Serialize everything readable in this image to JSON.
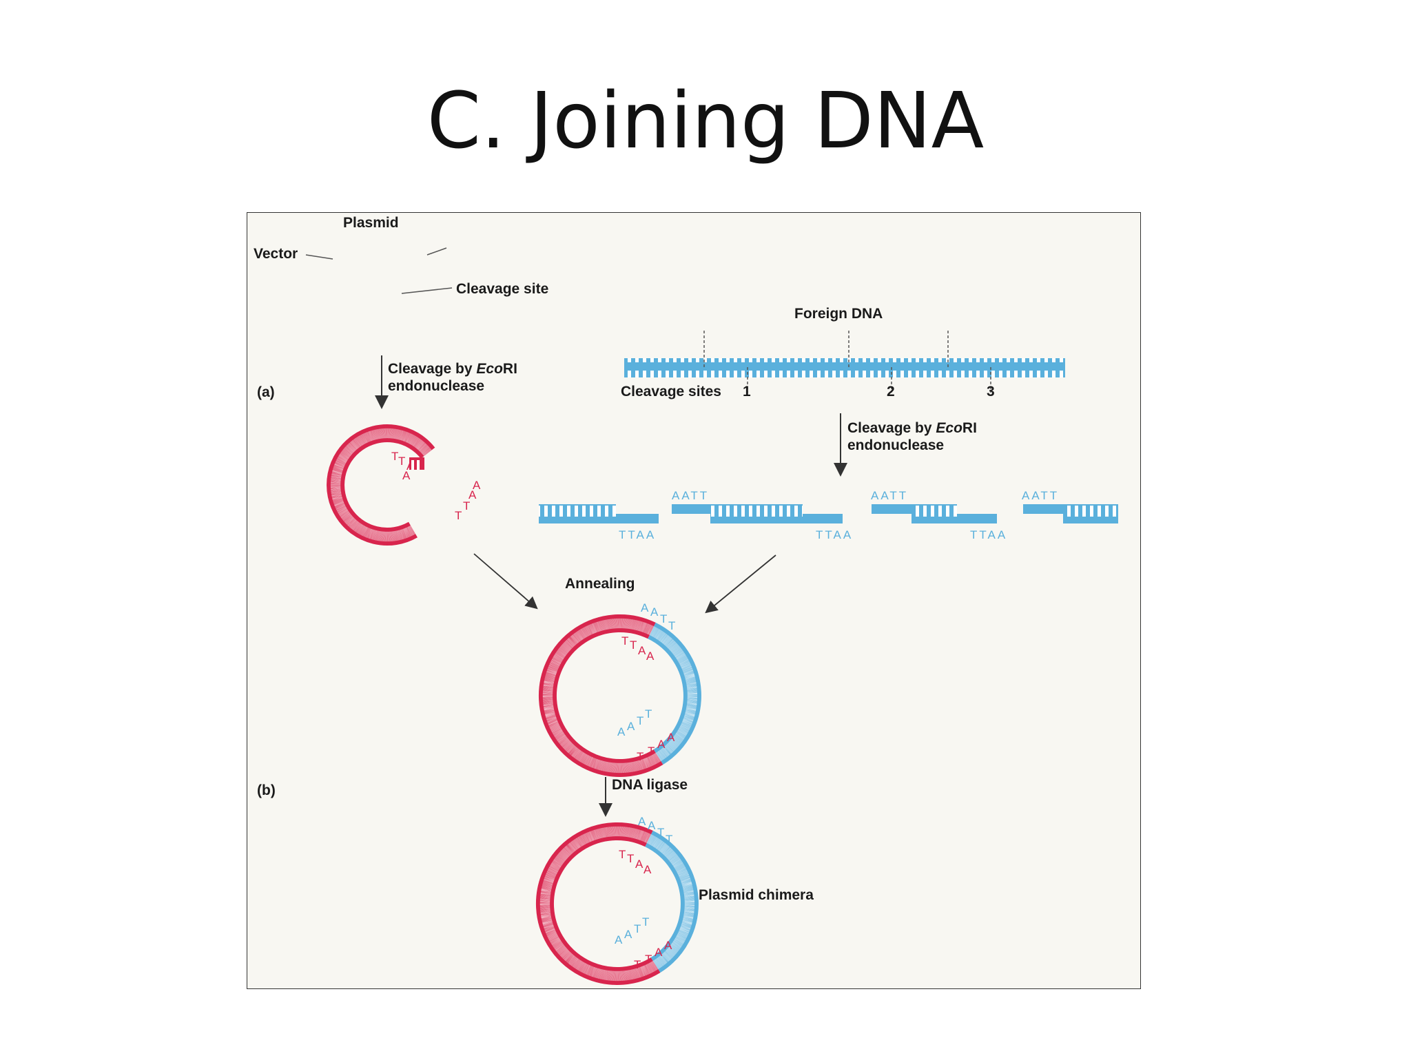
{
  "slide": {
    "title": "C. Joining DNA"
  },
  "figure": {
    "labels": {
      "plasmid": "Plasmid",
      "vector": "Vector",
      "cleavage_site": "Cleavage site",
      "foreign_dna": "Foreign DNA",
      "cleavage_sites": "Cleavage sites",
      "site_1": "1",
      "site_2": "2",
      "site_3": "3",
      "cleavage_by": "Cleavage by ",
      "enzyme": "Eco",
      "enzyme_suffix": "RI",
      "endonuclease": "endonuclease",
      "panel_a": "(a)",
      "panel_b": "(b)",
      "annealing": "Annealing",
      "dna_ligase": "DNA ligase",
      "plasmid_chimera": "Plasmid chimera"
    },
    "sticky_ends": {
      "top_overhang": "AATT",
      "bottom_overhang": "TTAA"
    },
    "colors": {
      "vector_dna": "#d8254d",
      "foreign_dna": "#5ab0dc",
      "background": "#f8f7f2",
      "border": "#333333"
    }
  }
}
